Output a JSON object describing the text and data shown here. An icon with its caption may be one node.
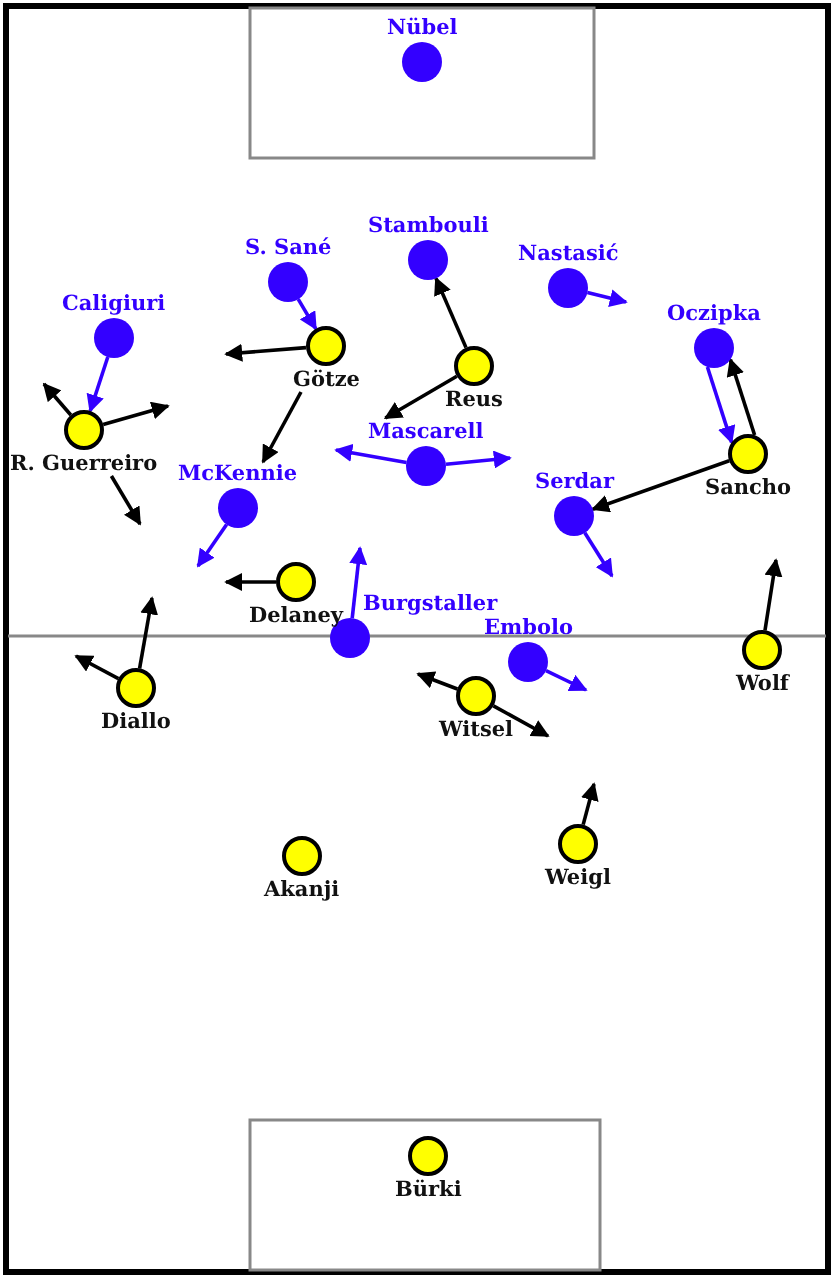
{
  "diagram": {
    "nodes": [
      {
        "text": [
          "Nübel"
        ]
      },
      {
        "text": [
          "S. Sané"
        ]
      },
      {
        "text": [
          "Stambouli"
        ]
      },
      {
        "text": [
          "Nastasić"
        ]
      },
      {
        "text": [
          "Caligiuri"
        ]
      },
      {
        "text": [
          "Oczipka"
        ]
      },
      {
        "text": [
          "Mascarell"
        ]
      },
      {
        "text": [
          "McKennie"
        ]
      },
      {
        "text": [
          "Serdar"
        ]
      },
      {
        "text": [
          "Burgstaller"
        ]
      },
      {
        "text": [
          "Embolo"
        ]
      },
      {
        "text": [
          "Götze"
        ]
      },
      {
        "text": [
          "Reus"
        ]
      },
      {
        "text": [
          "R. Guerreiro"
        ]
      },
      {
        "text": [
          "Sancho"
        ]
      },
      {
        "text": [
          "Delaney"
        ]
      },
      {
        "text": [
          "Diallo"
        ]
      },
      {
        "text": [
          "Witsel"
        ]
      },
      {
        "text": [
          "Wolf"
        ]
      },
      {
        "text": [
          "Weigl"
        ]
      },
      {
        "text": [
          "Akanji"
        ]
      },
      {
        "text": [
          "Bürki"
        ]
      }
    ],
    "edges": [
      {
        "from": 4,
        "to": 13,
        "arrow": "to",
        "color": "#3300ff"
      },
      {
        "from": 1,
        "to": 11,
        "arrow": "to",
        "color": "#3300ff"
      },
      {
        "from": 3,
        "to": null,
        "arrow": "to",
        "color": "#3300ff"
      },
      {
        "from": 5,
        "to": 14,
        "arrow": "to",
        "color": "#3300ff"
      },
      {
        "from": 6,
        "to": null,
        "arrow": "to",
        "color": "#3300ff"
      },
      {
        "from": 6,
        "to": null,
        "arrow": "to",
        "color": "#3300ff"
      },
      {
        "from": 7,
        "to": null,
        "arrow": "to",
        "color": "#3300ff"
      },
      {
        "from": 8,
        "to": null,
        "arrow": "to",
        "color": "#3300ff"
      },
      {
        "from": 9,
        "to": null,
        "arrow": "to",
        "color": "#3300ff"
      },
      {
        "from": 10,
        "to": null,
        "arrow": "to",
        "color": "#3300ff"
      },
      {
        "from": 11,
        "to": null,
        "arrow": "to"
      },
      {
        "from": 11,
        "to": 7,
        "arrow": "to"
      },
      {
        "from": 12,
        "to": 2,
        "arrow": "to"
      },
      {
        "from": 12,
        "to": 6,
        "arrow": "to"
      },
      {
        "from": 13,
        "to": null,
        "arrow": "to"
      },
      {
        "from": 13,
        "to": null,
        "arrow": "to"
      },
      {
        "from": 13,
        "to": null,
        "arrow": "to"
      },
      {
        "from": 14,
        "to": 5,
        "arrow": "to"
      },
      {
        "from": 14,
        "to": 8,
        "arrow": "to"
      },
      {
        "from": 15,
        "to": null,
        "arrow": "to"
      },
      {
        "from": 16,
        "to": null,
        "arrow": "to"
      },
      {
        "from": 16,
        "to": null,
        "arrow": "to"
      },
      {
        "from": 17,
        "to": null,
        "arrow": "to"
      },
      {
        "from": 17,
        "to": null,
        "arrow": "to"
      },
      {
        "from": 18,
        "to": null,
        "arrow": "to"
      },
      {
        "from": 19,
        "to": null,
        "arrow": "to"
      }
    ]
  }
}
